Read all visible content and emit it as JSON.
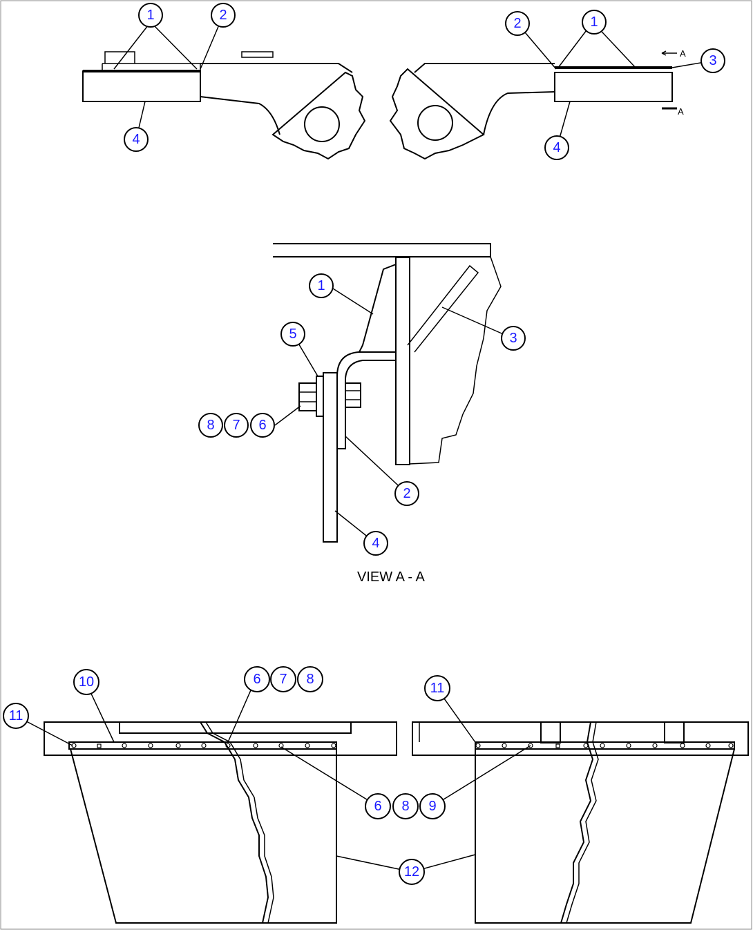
{
  "view_label": "VIEW  A - A",
  "section_marks": {
    "top": "A",
    "bottom": "A"
  },
  "callouts": {
    "c1": "1",
    "c2": "2",
    "c3": "3",
    "c4": "4",
    "c5": "5",
    "c6": "6",
    "c7": "7",
    "c8": "8",
    "c9": "9",
    "c10": "10",
    "c11": "11",
    "c12": "12"
  },
  "colors": {
    "callout_text": "#1a1aff",
    "line": "#000000",
    "background": "#ffffff"
  }
}
